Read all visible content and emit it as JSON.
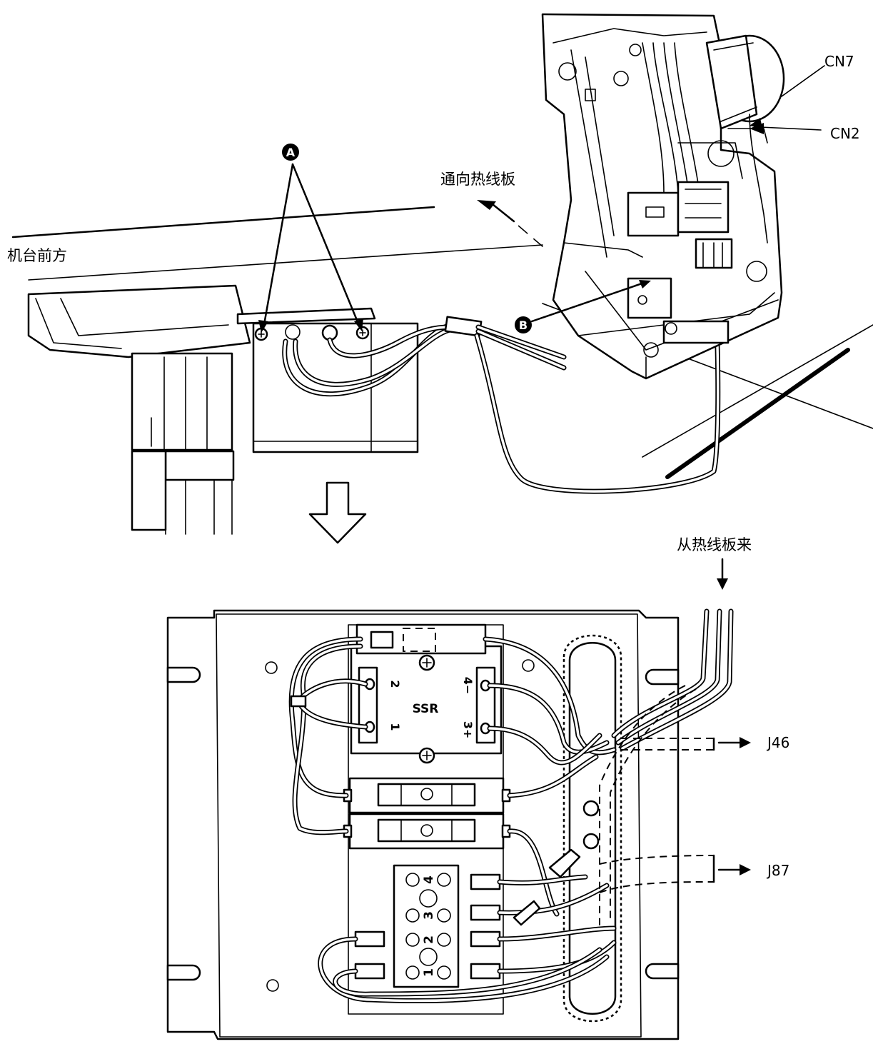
{
  "labels": {
    "marker_a": "A",
    "marker_b": "B",
    "table_front": "机台前方",
    "to_heater": "通向热线板",
    "cn7": "CN7",
    "cn2": "CN2",
    "from_heater": "从热线板来",
    "j46": "J46",
    "j87": "J87",
    "ssr": "SSR",
    "ssr_t1": "1",
    "ssr_t2": "2",
    "ssr_t3": "3+",
    "ssr_t4": "4−",
    "tb_1": "1",
    "tb_2": "2",
    "tb_3": "3",
    "tb_4": "4"
  }
}
